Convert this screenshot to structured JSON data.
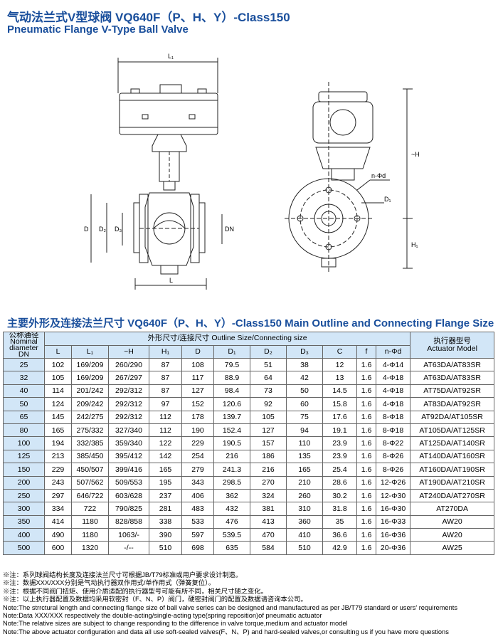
{
  "title_cn": "气动法兰式V型球阀 VQ640F（P、H、Y）-Class150",
  "title_en": "Pneumatic Flange  V-Type Ball Valve",
  "drawing_labels": {
    "l1": "L₁",
    "l": "L",
    "d": "D",
    "d2": "D₂",
    "d3": "D₃",
    "dn": "DN",
    "h": "~H",
    "h1": "H₁",
    "d1": "D₁",
    "nphid": "n-Φd"
  },
  "section_title": "主要外形及连接法兰尺寸  VQ640F（P、H、Y）-Class150 Main Outline and Connecting Flange Size",
  "table": {
    "nominal_header": [
      "公称通径",
      "Nominal",
      "diameter",
      "DN"
    ],
    "group_header": "外形尺寸/连接尺寸 Outline Size/Connecting size",
    "actuator_header": [
      "执行器型号",
      "Actuator Model"
    ],
    "columns": [
      "L",
      "L₁",
      "~H",
      "H₁",
      "D",
      "D₁",
      "D₂",
      "D₃",
      "C",
      "f",
      "n-Φd"
    ],
    "rows": [
      [
        "25",
        "102",
        "169/209",
        "260/290",
        "87",
        "108",
        "79.5",
        "51",
        "38",
        "12",
        "1.6",
        "4-Φ14",
        "AT63DA/AT83SR"
      ],
      [
        "32",
        "105",
        "169/209",
        "267/297",
        "87",
        "117",
        "88.9",
        "64",
        "42",
        "13",
        "1.6",
        "4-Φ18",
        "AT63DA/AT83SR"
      ],
      [
        "40",
        "114",
        "201/242",
        "292/312",
        "87",
        "127",
        "98.4",
        "73",
        "50",
        "14.5",
        "1.6",
        "4-Φ18",
        "AT75DA/AT92SR"
      ],
      [
        "50",
        "124",
        "209/242",
        "292/312",
        "97",
        "152",
        "120.6",
        "92",
        "60",
        "15.8",
        "1.6",
        "4-Φ18",
        "AT83DA/AT92SR"
      ],
      [
        "65",
        "145",
        "242/275",
        "292/312",
        "112",
        "178",
        "139.7",
        "105",
        "75",
        "17.6",
        "1.6",
        "8-Φ18",
        "AT92DA/AT105SR"
      ],
      [
        "80",
        "165",
        "275/332",
        "327/340",
        "112",
        "190",
        "152.4",
        "127",
        "94",
        "19.1",
        "1.6",
        "8-Φ18",
        "AT105DA/AT125SR"
      ],
      [
        "100",
        "194",
        "332/385",
        "359/340",
        "122",
        "229",
        "190.5",
        "157",
        "110",
        "23.9",
        "1.6",
        "8-Φ22",
        "AT125DA/AT140SR"
      ],
      [
        "125",
        "213",
        "385/450",
        "395/412",
        "142",
        "254",
        "216",
        "186",
        "135",
        "23.9",
        "1.6",
        "8-Φ26",
        "AT140DA/AT160SR"
      ],
      [
        "150",
        "229",
        "450/507",
        "399/416",
        "165",
        "279",
        "241.3",
        "216",
        "165",
        "25.4",
        "1.6",
        "8-Φ26",
        "AT160DA/AT190SR"
      ],
      [
        "200",
        "243",
        "507/562",
        "509/553",
        "195",
        "343",
        "298.5",
        "270",
        "210",
        "28.6",
        "1.6",
        "12-Φ26",
        "AT190DA/AT210SR"
      ],
      [
        "250",
        "297",
        "646/722",
        "603/628",
        "237",
        "406",
        "362",
        "324",
        "260",
        "30.2",
        "1.6",
        "12-Φ30",
        "AT240DA/AT270SR"
      ],
      [
        "300",
        "334",
        "722",
        "790/825",
        "281",
        "483",
        "432",
        "381",
        "310",
        "31.8",
        "1.6",
        "16-Φ30",
        "AT270DA"
      ],
      [
        "350",
        "414",
        "1180",
        "828/858",
        "338",
        "533",
        "476",
        "413",
        "360",
        "35",
        "1.6",
        "16-Φ33",
        "AW20"
      ],
      [
        "400",
        "490",
        "1180",
        "1063/-",
        "390",
        "597",
        "539.5",
        "470",
        "410",
        "36.6",
        "1.6",
        "16-Φ36",
        "AW20"
      ],
      [
        "500",
        "600",
        "1320",
        "-/--",
        "510",
        "698",
        "635",
        "584",
        "510",
        "42.9",
        "1.6",
        "20-Φ36",
        "AW25"
      ]
    ]
  },
  "notes": [
    "※注：系列球阀结构长度及连接法兰尺寸可根据JB/T79标准或用户要求设计制造。",
    "※注：数据XXX/XXX分别是气动执行器双作用式/单作用式（弹簧复位）。",
    "※注：根据不同阀门扭矩、使用介质适配的执行器型号可能有所不同，相关尺寸随之变化。",
    "※注：以上执行器配置及数据均采用软密封（F、N、P）阀门，硬密封阀门的配置及数据请咨询本公司。",
    "Note:The strrctural length and connecting flange size of ball valve series can be designed and manufactured as per JB/T79 standard or users' requirements",
    "Note:Data XXX/XXX respectively the double-acting/single-acting type(spring reposition)of pneumatic actuator",
    "Note:The relative sizes are subject to change responding to the difference in valve torque,medium and actuator model",
    "Note:The above actuator configuration and data all use soft-sealed valves(F、N、P) and hard-sealed valves,or consulting us if you have more questions"
  ]
}
